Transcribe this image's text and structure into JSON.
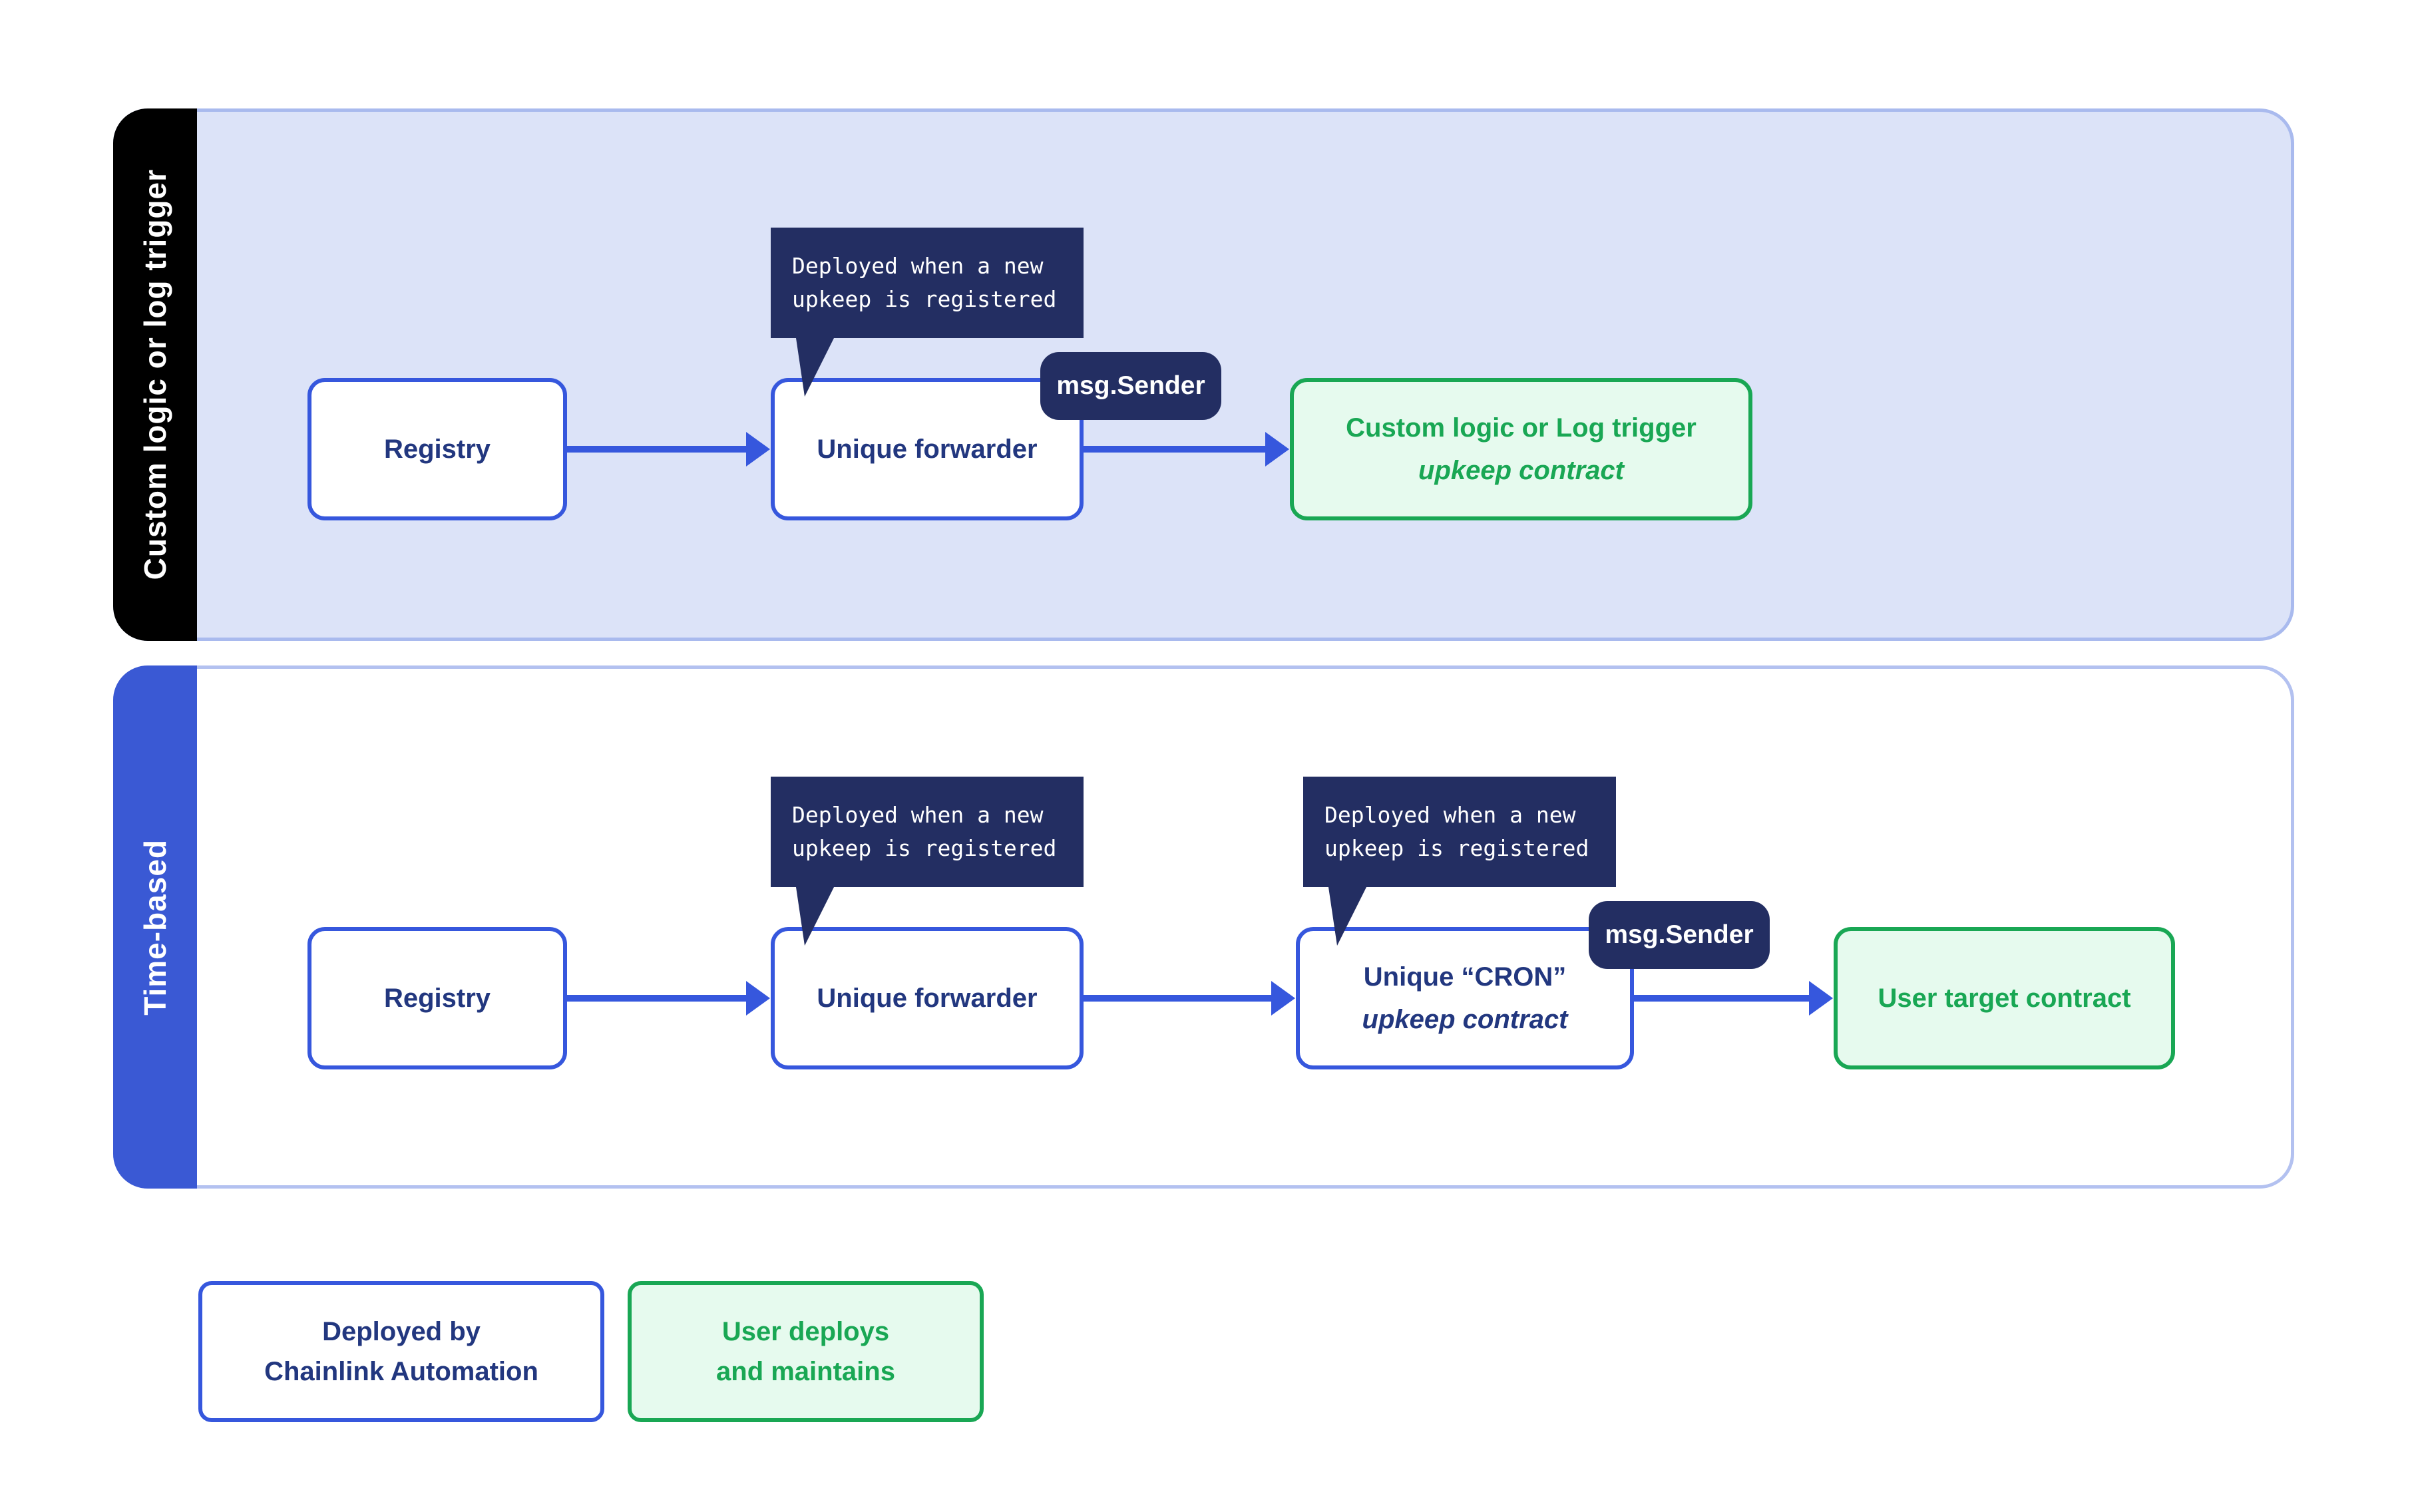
{
  "diagram": {
    "callout": {
      "line1": "Deployed when a new",
      "line2": "upkeep is registered"
    },
    "badge_label": "msg.Sender",
    "lanes": [
      {
        "label": "Custom logic or log trigger",
        "nodes": {
          "registry": "Registry",
          "forwarder": "Unique forwarder",
          "target_line1": "Custom logic or Log trigger",
          "target_line2": "upkeep contract"
        }
      },
      {
        "label": "Time-based",
        "nodes": {
          "registry": "Registry",
          "forwarder": "Unique forwarder",
          "cron_line1": "Unique “CRON”",
          "cron_line2": "upkeep contract",
          "target": "User target contract"
        }
      }
    ],
    "legend": {
      "chainlink": {
        "line1": "Deployed by",
        "line2": "Chainlink Automation"
      },
      "user": {
        "line1": "User deploys",
        "line2": "and maintains"
      }
    },
    "colors": {
      "accent_blue": "#3657dd",
      "lane_fill": "#dce3f8",
      "lane_border": "#a9baee",
      "lane2_border": "#b3c1f0",
      "navy": "#232e62",
      "text_navy": "#22377f",
      "strip_black": "#000000",
      "strip_blue": "#3a59d4",
      "green": "#19a754",
      "green_fill": "#e6faee"
    }
  }
}
